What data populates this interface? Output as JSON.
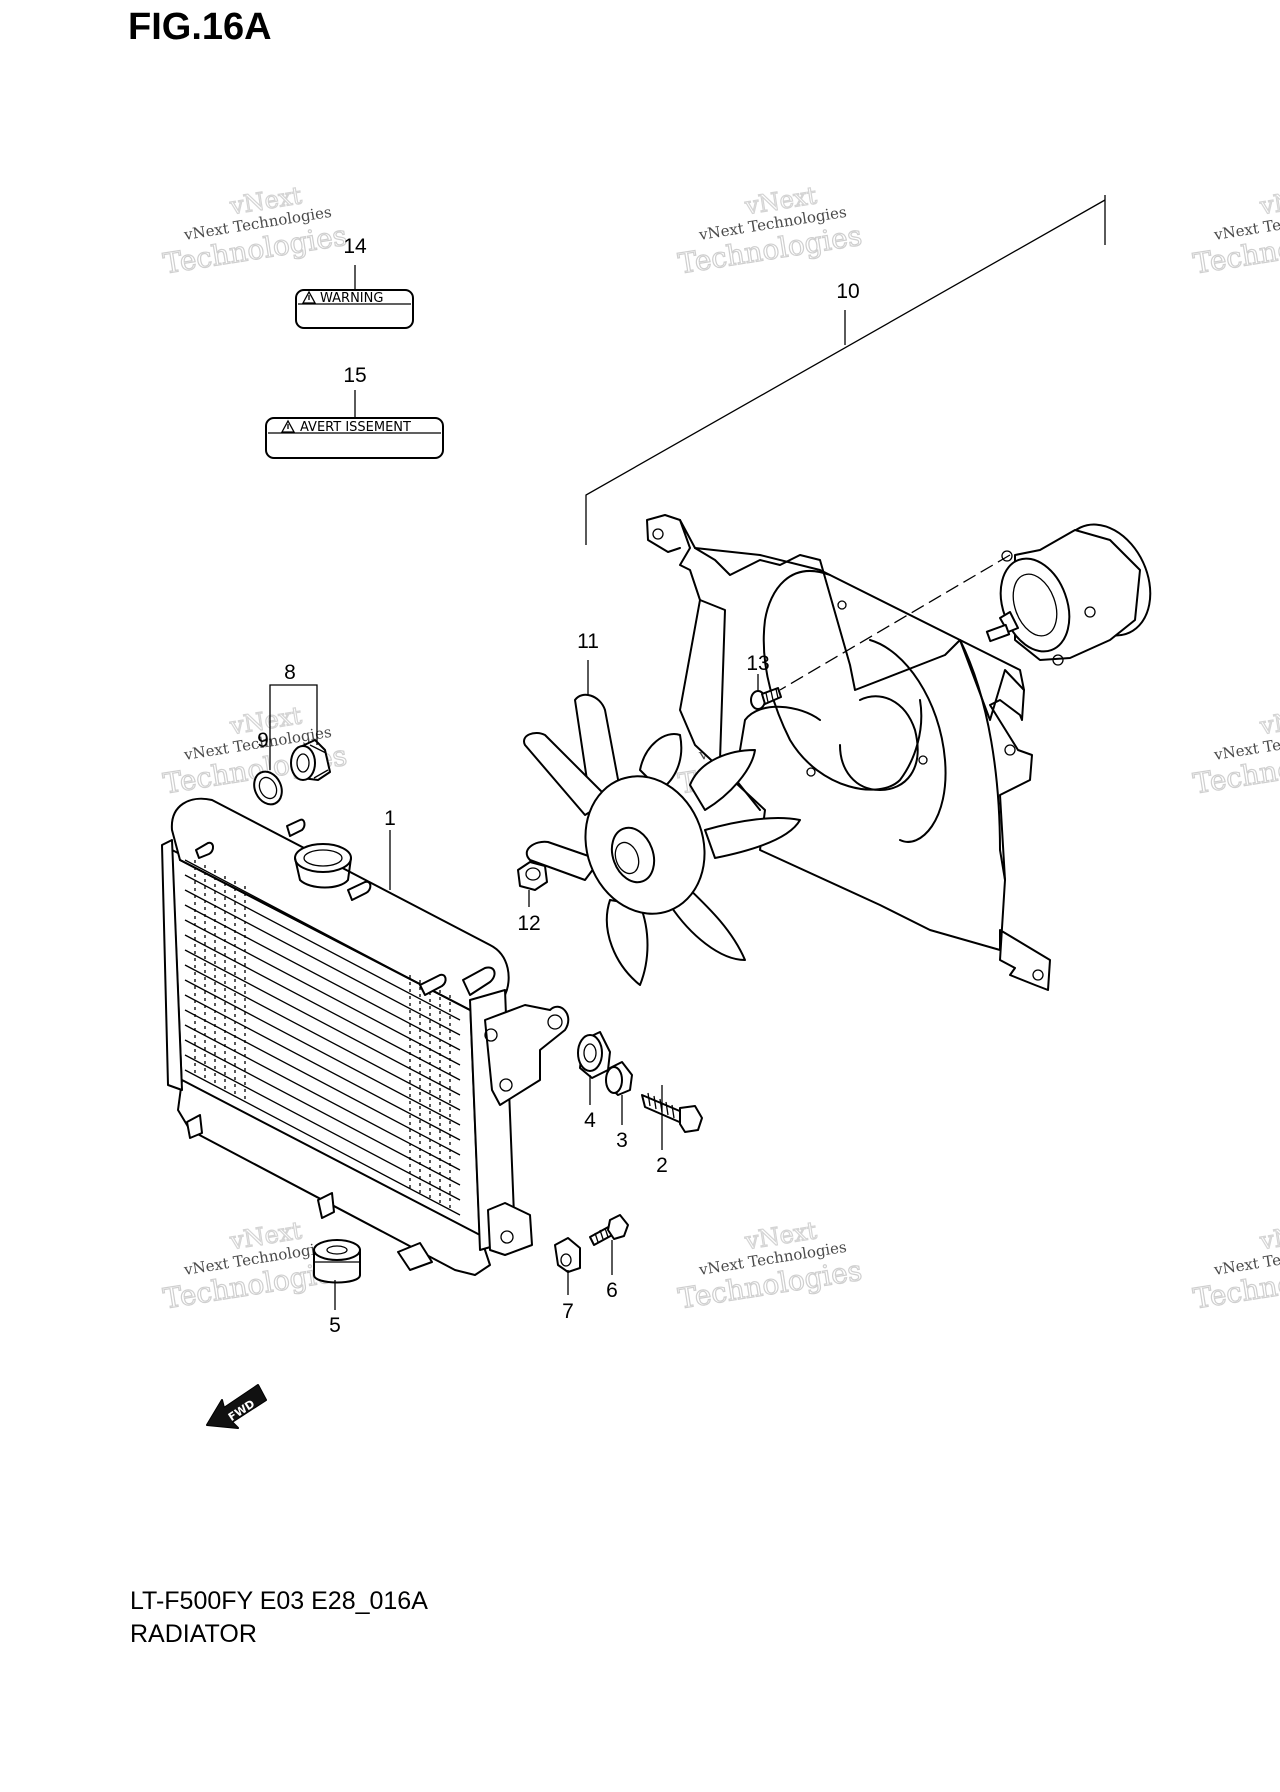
{
  "figure": {
    "title": "FIG.16A",
    "model_code": "LT-F500FY E03 E28_016A",
    "section_name": "RADIATOR"
  },
  "labels": {
    "warning": "WARNING",
    "avertissement": "AVERT ISSEMENT",
    "fwd": "FWD"
  },
  "watermark": {
    "line1": "vNext Technologies",
    "line2": "Technologies",
    "line3": "vNext"
  },
  "callouts": [
    "1",
    "2",
    "3",
    "4",
    "5",
    "6",
    "7",
    "8",
    "9",
    "10",
    "11",
    "12",
    "13",
    "14",
    "15"
  ]
}
